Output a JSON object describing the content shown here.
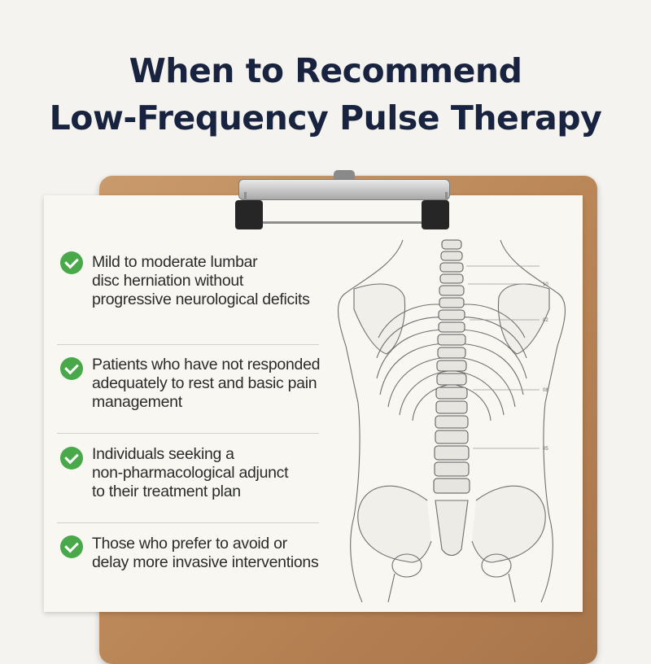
{
  "title": {
    "line1": "When to Recommend",
    "line2": "Low-Frequency Pulse Therapy"
  },
  "items": [
    {
      "icon": "check-circle-icon",
      "text": [
        "Mild to moderate lumbar",
        "disc herniation without",
        "progressive neurological deficits"
      ]
    },
    {
      "icon": "check-circle-icon",
      "text": [
        "Patients who have not responded",
        "adequately to rest and basic pain",
        "management"
      ]
    },
    {
      "icon": "check-circle-icon",
      "text": [
        "Individuals seeking a",
        "non-pharmacological adjunct",
        "to their treatment plan"
      ]
    },
    {
      "icon": "check-circle-icon",
      "text": [
        "Those who prefer to avoid or",
        "delay more invasive interventions"
      ]
    }
  ],
  "diagram_labels": [
    "10",
    "02",
    "08",
    "05"
  ],
  "colors": {
    "title": "#18233f",
    "check": "#49a94a",
    "board": "#b98556",
    "paper": "#f8f7f2"
  }
}
